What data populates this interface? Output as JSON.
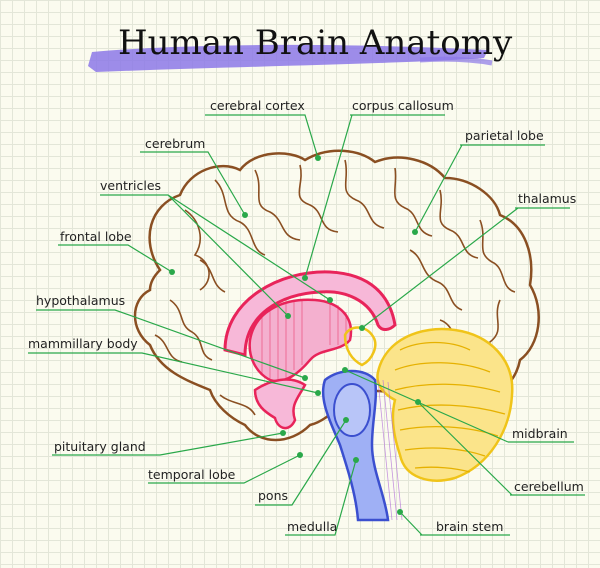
{
  "title": "Human Brain Anatomy",
  "colors": {
    "highlight": "#8c78e8",
    "cortex": "#8a4f22",
    "corpus": "#e8245a",
    "cerebellum": "#f0c419",
    "brainstem": "#3b4fcf",
    "leader": "#2aa84a",
    "inner_fill": "#f7b8d8"
  },
  "labels": {
    "cerebral_cortex": "cerebral cortex",
    "corpus_callosum": "corpus callosum",
    "cerebrum": "cerebrum",
    "parietal_lobe": "parietal lobe",
    "ventricles": "ventricles",
    "thalamus": "thalamus",
    "frontal_lobe": "frontal lobe",
    "hypothalamus": "hypothalamus",
    "mammillary_body": "mammillary body",
    "pituitary_gland": "pituitary gland",
    "temporal_lobe": "temporal lobe",
    "pons": "pons",
    "medulla": "medulla",
    "midbrain": "midbrain",
    "cerebellum": "cerebellum",
    "brain_stem": "brain stem"
  }
}
